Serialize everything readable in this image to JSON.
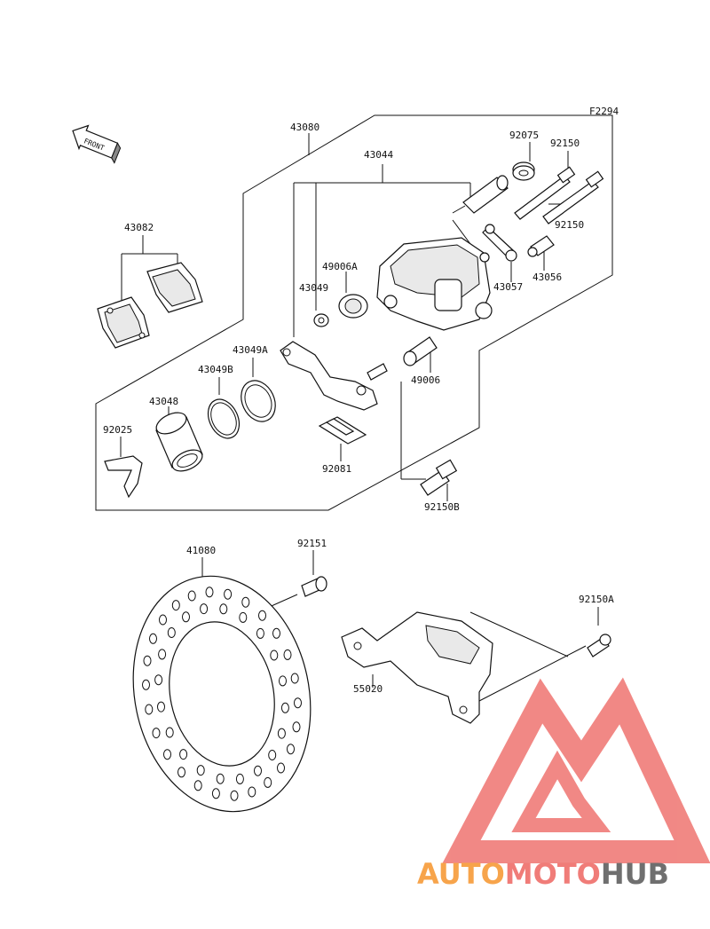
{
  "figure_code": "F2294",
  "front_arrow": {
    "text": "FRONT"
  },
  "labels": {
    "p43080": "43080",
    "p43044": "43044",
    "p92075": "92075",
    "p92150_top": "92150",
    "p92150_right": "92150",
    "p43082": "43082",
    "p49006A": "49006A",
    "p43049": "43049",
    "p43057": "43057",
    "p43056": "43056",
    "p43049A": "43049A",
    "p43049B": "43049B",
    "p43048": "43048",
    "p49006": "49006",
    "p92025": "92025",
    "p92081": "92081",
    "p92150B": "92150B",
    "p41080": "41080",
    "p92151": "92151",
    "p92150A": "92150A",
    "p55020": "55020"
  },
  "watermark": {
    "part1": "AUTO",
    "part2": "MOTO",
    "part3": "HUB",
    "color_orange": "#f7a44b",
    "color_red": "#f07c78",
    "color_gray": "#6f6f6f"
  }
}
